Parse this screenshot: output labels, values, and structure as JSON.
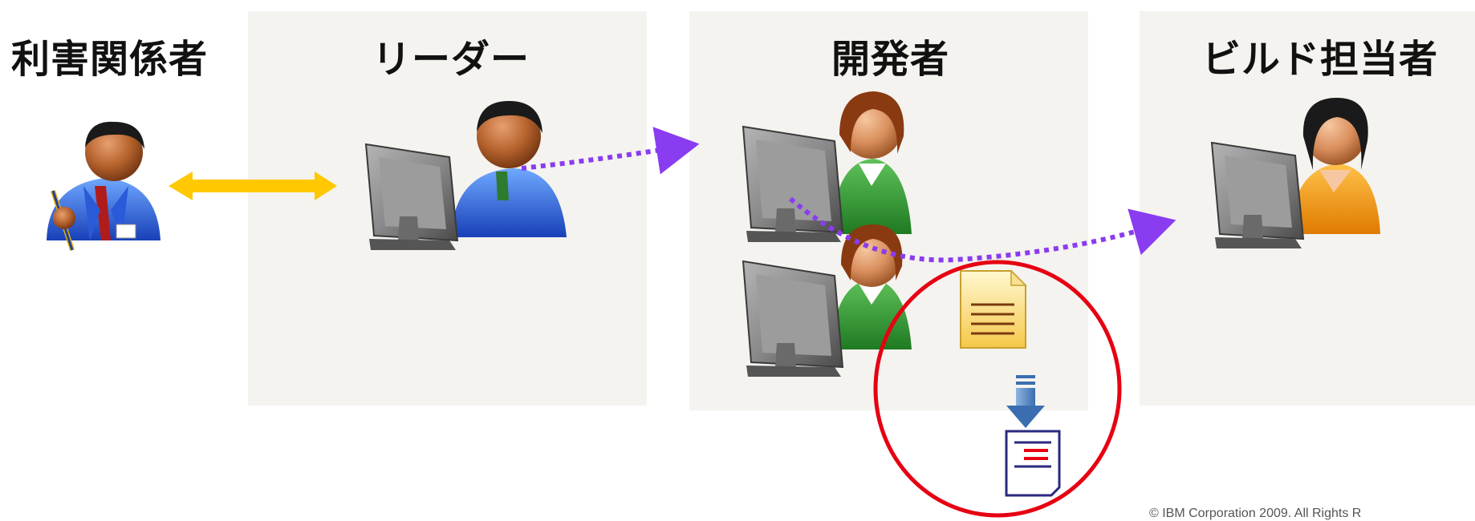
{
  "roles": {
    "stakeholder": {
      "title": "利害関係者"
    },
    "leader": {
      "title": "リーダー"
    },
    "developer": {
      "title": "開発者"
    },
    "builder": {
      "title": "ビルド担当者"
    }
  },
  "footer": {
    "copyright": "© IBM Corporation 2009. All Rights R"
  },
  "colors": {
    "panel": "#f4f3ef",
    "double_arrow": "#ffc800",
    "dotted_arrow": "#8a3cf0",
    "highlight_circle": "#e60012"
  },
  "icons": {
    "stakeholder": "person-with-pen-icon",
    "leader": "person-at-computer-icon",
    "developer": "person-at-computer-icon",
    "builder": "person-at-computer-icon",
    "source_file": "document-icon",
    "build_output": "downloaded-document-icon"
  }
}
